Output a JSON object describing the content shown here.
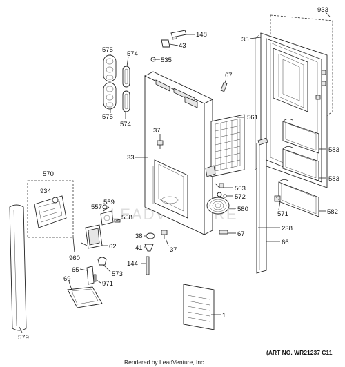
{
  "diagram": {
    "labels": {
      "p933": "933",
      "p35": "35",
      "p148": "148",
      "p43": "43",
      "p575a": "575",
      "p574a": "574",
      "p535": "535",
      "p67a": "67",
      "p575b": "575",
      "p574b": "574",
      "p561": "561",
      "p37a": "37",
      "p583a": "583",
      "p33": "33",
      "p583b": "583",
      "p570": "570",
      "p934": "934",
      "p563": "563",
      "p572": "572",
      "p557": "557",
      "p559": "559",
      "p580": "580",
      "p582": "582",
      "p558": "558",
      "p571": "571",
      "p67b": "67",
      "p38": "38",
      "p238": "238",
      "p66": "66",
      "p62": "62",
      "p41": "41",
      "p37b": "37",
      "p960": "960",
      "p144": "144",
      "p65": "65",
      "p573": "573",
      "p69": "69",
      "p971": "971",
      "p1": "1",
      "p579": "579"
    },
    "art_no": "(ART NO. WR21237 C11",
    "credit": "Rendered by LeadVenture, Inc.",
    "watermark": "LEADVENTURE"
  }
}
